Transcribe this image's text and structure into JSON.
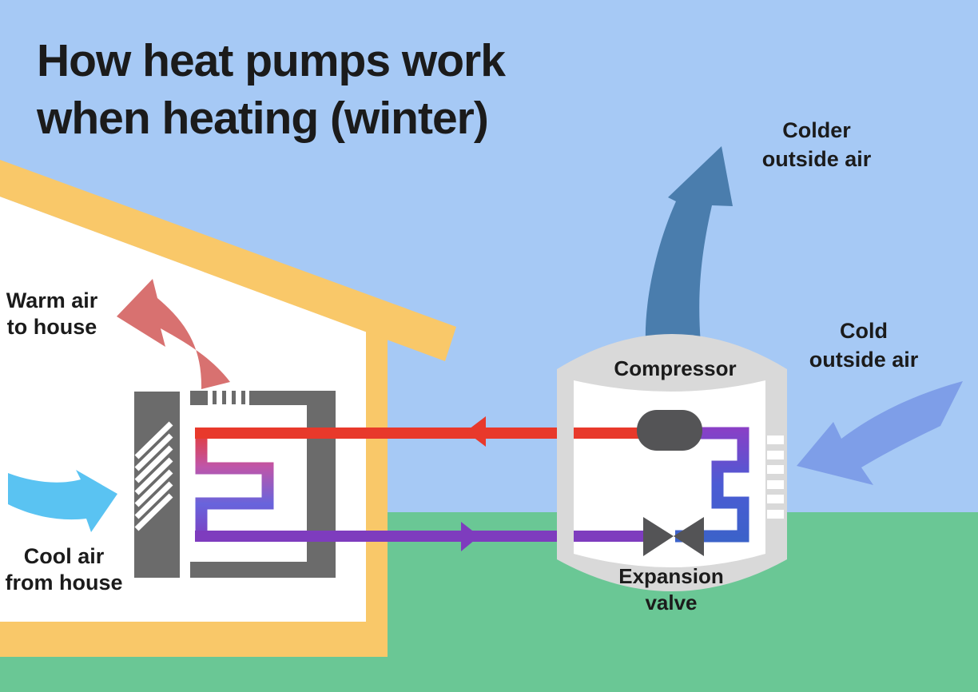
{
  "title": {
    "line1": "How heat pumps work",
    "line2": "when heating (winter)"
  },
  "labels": {
    "warm_air": {
      "line1": "Warm air",
      "line2": "to house"
    },
    "cool_air": {
      "line1": "Cool air",
      "line2": "from house"
    },
    "colder_air": {
      "line1": "Colder",
      "line2": "outside air"
    },
    "cold_air": {
      "line1": "Cold",
      "line2": "outside air"
    },
    "compressor": "Compressor",
    "expansion_valve": {
      "line1": "Expansion",
      "line2": "valve"
    }
  },
  "colors": {
    "sky": "#a6c9f5",
    "ground": "#6ac795",
    "house_yellow": "#f9c869",
    "house_interior": "#ffffff",
    "indoor_unit_gray": "#6b6b6b",
    "outdoor_unit_gray": "#d9d9d9",
    "component_dark_gray": "#545456",
    "hot_refrigerant_red": "#e8392b",
    "cold_refrigerant_purple": "#7e3cbe",
    "evaporator_blue": "#3b62c9",
    "warm_air_arrow": "#d87170",
    "cool_air_arrow": "#5ac3f2",
    "colder_air_arrow": "#4a7dad",
    "cold_air_arrow": "#7e9ee8",
    "text": "#1b1b1b"
  },
  "icons": {
    "warm_air_arrow": "curved-arrow-pointing-left",
    "cool_air_arrow": "curved-arrow-pointing-right",
    "colder_air_arrow": "curved-arrow-pointing-up",
    "cold_air_arrow": "curved-arrow-pointing-down-left",
    "hot_pipe_arrow": "triangle-left",
    "cold_pipe_arrow": "triangle-right",
    "compressor": "capsule-shape",
    "expansion_valve": "bowtie-valve-shape"
  }
}
